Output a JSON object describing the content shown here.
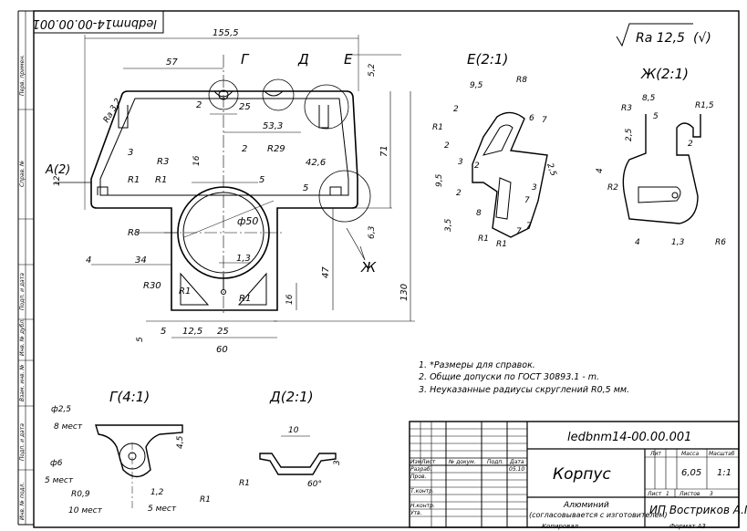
{
  "drawing": {
    "rotated_stamp": "ledbnm14-00.00.001",
    "roughness": "Ra 12,5",
    "roughness_extra": "(√)",
    "main_view": {
      "view_label": "А(2)",
      "section_marks": [
        "Г",
        "Д",
        "Е",
        "Ж"
      ],
      "dimensions": {
        "overall_width": "155,5",
        "d57": "57",
        "d25": "25",
        "d53": "53,3",
        "d2a": "2",
        "d2b": "2",
        "d16": "16",
        "r29": "R29",
        "r3": "R3",
        "d42": "42,6",
        "d5a": "5",
        "d5b": "5",
        "r1a": "R1",
        "r1b": "R1",
        "r1c": "R1",
        "r1d": "R1",
        "r8": "R8",
        "r30": "R30",
        "d3": "3",
        "ra32": "Ra 3,2",
        "phi50": "ф50",
        "d13": "1,3",
        "d4": "4",
        "d34": "34",
        "d12a": "12",
        "d5left": "5",
        "d5c": "5",
        "d12b": "12,5",
        "d25b": "25",
        "d60": "60",
        "d52": "5,2",
        "d71": "71",
        "d63": "6,3",
        "d47": "47",
        "d16b": "16",
        "d130": "130"
      }
    },
    "detail_E": {
      "title": "Е(2:1)",
      "labels": [
        "9,5",
        "R8",
        "2",
        "R1",
        "6",
        "7",
        "2",
        "3",
        "2,5",
        "2",
        "9,5",
        "2",
        "7",
        "8",
        "3",
        "3,5",
        "R1",
        "R1",
        "7",
        "7"
      ]
    },
    "detail_Zh": {
      "title": "Ж(2:1)",
      "labels": [
        "8,5",
        "R3",
        "5",
        "R1,5",
        "2,5",
        "2",
        "4",
        "R2",
        "4",
        "1,3",
        "R6"
      ]
    },
    "detail_G": {
      "title": "Г(4:1)",
      "labels": [
        "ф2,5",
        "8 мест",
        "ф6",
        "5 мест",
        "R0,9",
        "10 мест",
        "1,2",
        "5 мест",
        "4,5",
        "R1"
      ]
    },
    "detail_D": {
      "title": "Д(2:1)",
      "labels": [
        "10",
        "R1",
        "60°",
        "3"
      ]
    },
    "notes": [
      "1. *Размеры для справок.",
      "2. Общие допуски по ГОСТ 30893.1 - m.",
      "3. Неуказанные радиусы скруглений R0,5 мм."
    ],
    "title_block": {
      "designation": "ledbnm14-00.00.001",
      "name": "Корпус",
      "material_line1": "Алюминий",
      "material_line2": "(согласовывается с изготовителем)",
      "company": "ИП Востриков А.М.",
      "lit_header": "Лит",
      "mass_header": "Масса",
      "scale_header": "Масштаб",
      "mass": "6,05",
      "scale": "1:1",
      "sheet_label": "Лист",
      "sheet_num": "1",
      "sheets_label": "Листов",
      "sheets_num": "3",
      "rows": [
        "Изм",
        "Лист",
        "№ докум.",
        "Подп.",
        "Дата",
        "Разраб.",
        "Пров.",
        "Т.контр.",
        "Н.контр.",
        "Утв."
      ],
      "date": "05.10",
      "copied": "Копировал",
      "format": "Формат   A3"
    },
    "side_strip": [
      "Перв. примен.",
      "Справ. №",
      "Подп. и дата",
      "Инв. № дубл.",
      "Взам. инв. №",
      "Подп. и дата",
      "Инв. № подл."
    ]
  }
}
